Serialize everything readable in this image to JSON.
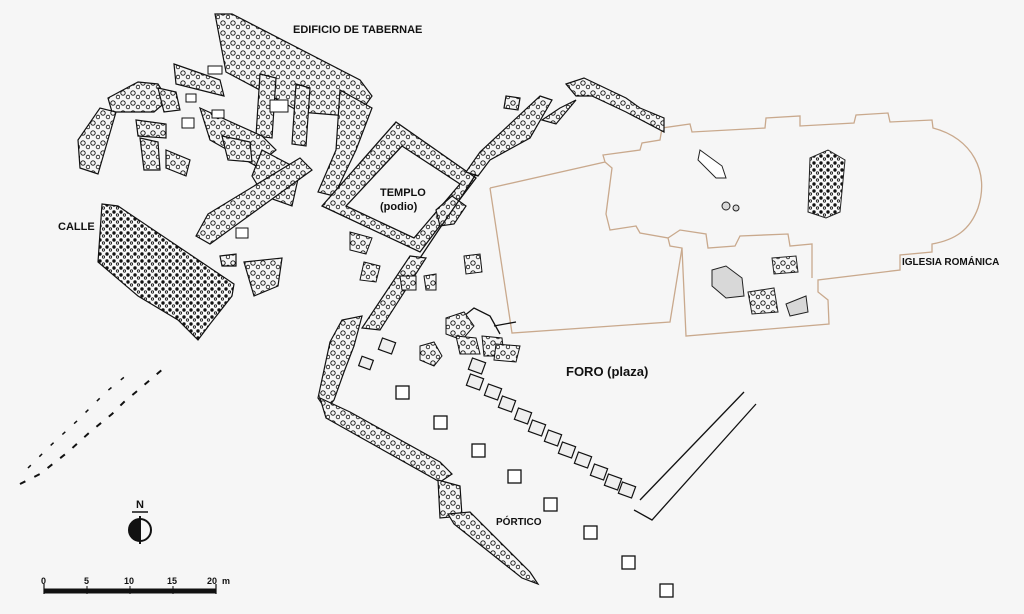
{
  "labels": {
    "tabernae": "EDIFICIO DE TABERNAE",
    "calle": "CALLE",
    "templo": "TEMPLO",
    "podio": "(podio)",
    "iglesia": "IGLESIA ROMÁNICA",
    "foro": "FORO (plaza)",
    "portico": "PÓRTICO"
  },
  "north": {
    "label": "N"
  },
  "scale": {
    "ticks": [
      "0",
      "5",
      "10",
      "15",
      "20"
    ],
    "unit": "m"
  },
  "colors": {
    "wall": "#1a1a1a",
    "church_outline": "#c9a98d",
    "background": "#f6f6f6",
    "stone_fill": "#e2e2e2"
  }
}
